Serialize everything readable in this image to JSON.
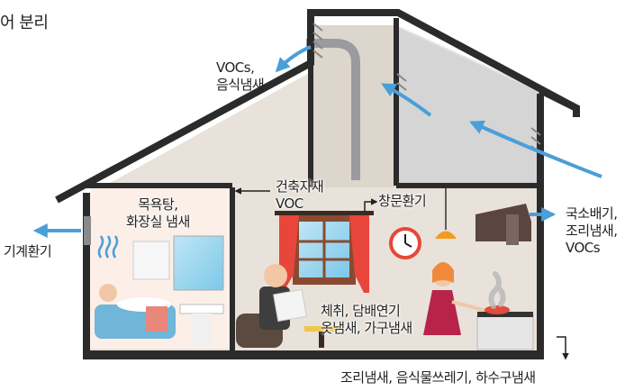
{
  "title_fragment": "어 분리",
  "labels": {
    "vocs_cooking": [
      "VOCs,",
      "음식냄새"
    ],
    "bathroom": [
      "목욕탕,",
      "화장실 냄새"
    ],
    "mechanical_vent": "기계환기",
    "building_material": [
      "건축자재",
      "VOC"
    ],
    "window_vent": "창문환기",
    "hood": [
      "국소배기,",
      "조리냄새,",
      "VOCs"
    ],
    "living": [
      "체취, 담배연기",
      "옷냄새, 가구냄새"
    ],
    "kitchen_drain": "조리냄새, 음식물쓰레기, 하수구냄새"
  },
  "colors": {
    "arrow": "#4a9fd8",
    "wall": "#2b2b2b",
    "interior": "#e8e2da",
    "attic": "#d8d8d8",
    "curtain": "#e8463a",
    "bathroom_bg": "#fcefe8"
  }
}
